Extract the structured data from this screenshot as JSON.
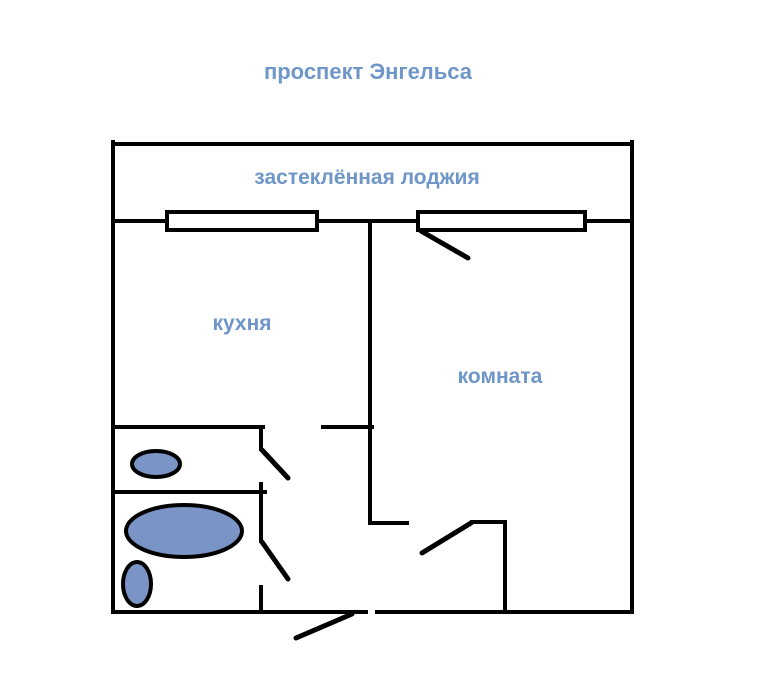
{
  "title": "проспект Энгельса",
  "plan": {
    "loggia_label": "застеклённая лоджия",
    "kitchen_label": "кухня",
    "room_label": "комната"
  },
  "colors": {
    "label_text": "#6E96C9",
    "wall": "#000000",
    "fixture_fill": "#7A94C6",
    "fixture_stroke": "#000000",
    "background": "#FFFFFF"
  }
}
